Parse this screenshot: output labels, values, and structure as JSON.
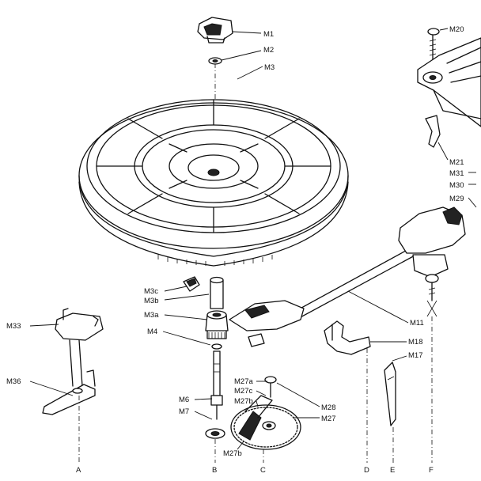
{
  "callouts": {
    "m1": "M1",
    "m2": "M2",
    "m3": "M3",
    "m20": "M20",
    "m21": "M21",
    "m31": "M31",
    "m30": "M30",
    "m29": "M29",
    "m3c": "M3c",
    "m3b": "M3b",
    "m3a": "M3a",
    "m4": "M4",
    "m33": "M33",
    "m36": "M36",
    "m6": "M6",
    "m7": "M7",
    "m27a": "M27a",
    "m27c": "M27c",
    "m27b_top": "M27b",
    "m27b_bottom": "M27b",
    "m28": "M28",
    "m27": "M27",
    "m11": "M11",
    "m18": "M18",
    "m17": "M17"
  },
  "axis_letters": {
    "a": "A",
    "b": "B",
    "c": "C",
    "d": "D",
    "e": "E",
    "f": "F"
  }
}
